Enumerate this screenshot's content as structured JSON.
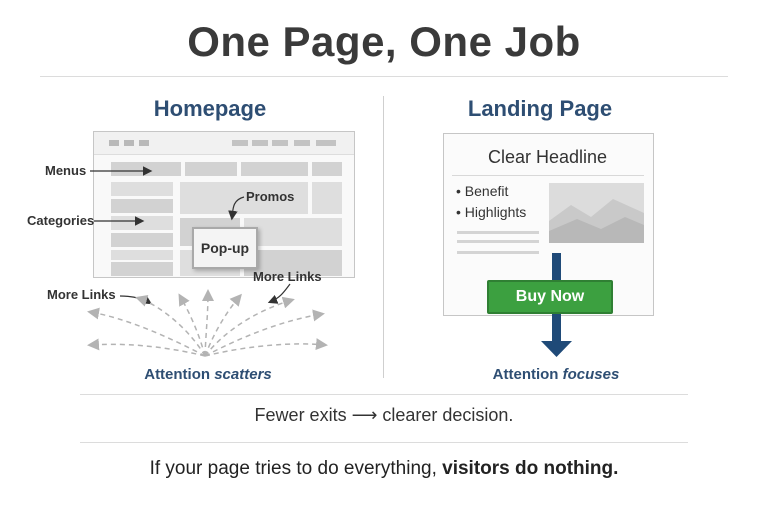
{
  "title": "One Page, One Job",
  "homepage": {
    "heading": "Homepage",
    "labels": {
      "menus": "Menus",
      "categories": "Categories",
      "promos": "Promos",
      "popup": "Pop-up",
      "more_links_right": "More Links",
      "more_links_left": "More Links"
    },
    "caption_prefix": "Attention ",
    "caption_emphasis": "scatters"
  },
  "landing": {
    "heading": "Landing Page",
    "headline": "Clear Headline",
    "bullets": [
      "Benefit",
      "Highlights"
    ],
    "cta_label": "Buy Now",
    "caption_prefix": "Attention ",
    "caption_emphasis": "focuses"
  },
  "middle_text": "Fewer exits ⟶ clearer decision.",
  "bottom": {
    "prefix": "If your page tries to do everything, ",
    "emphasis": "visitors do nothing."
  },
  "colors": {
    "heading_blue": "#2e4e73",
    "cta_green": "#3ca040",
    "arrow_navy": "#1f4a78"
  }
}
